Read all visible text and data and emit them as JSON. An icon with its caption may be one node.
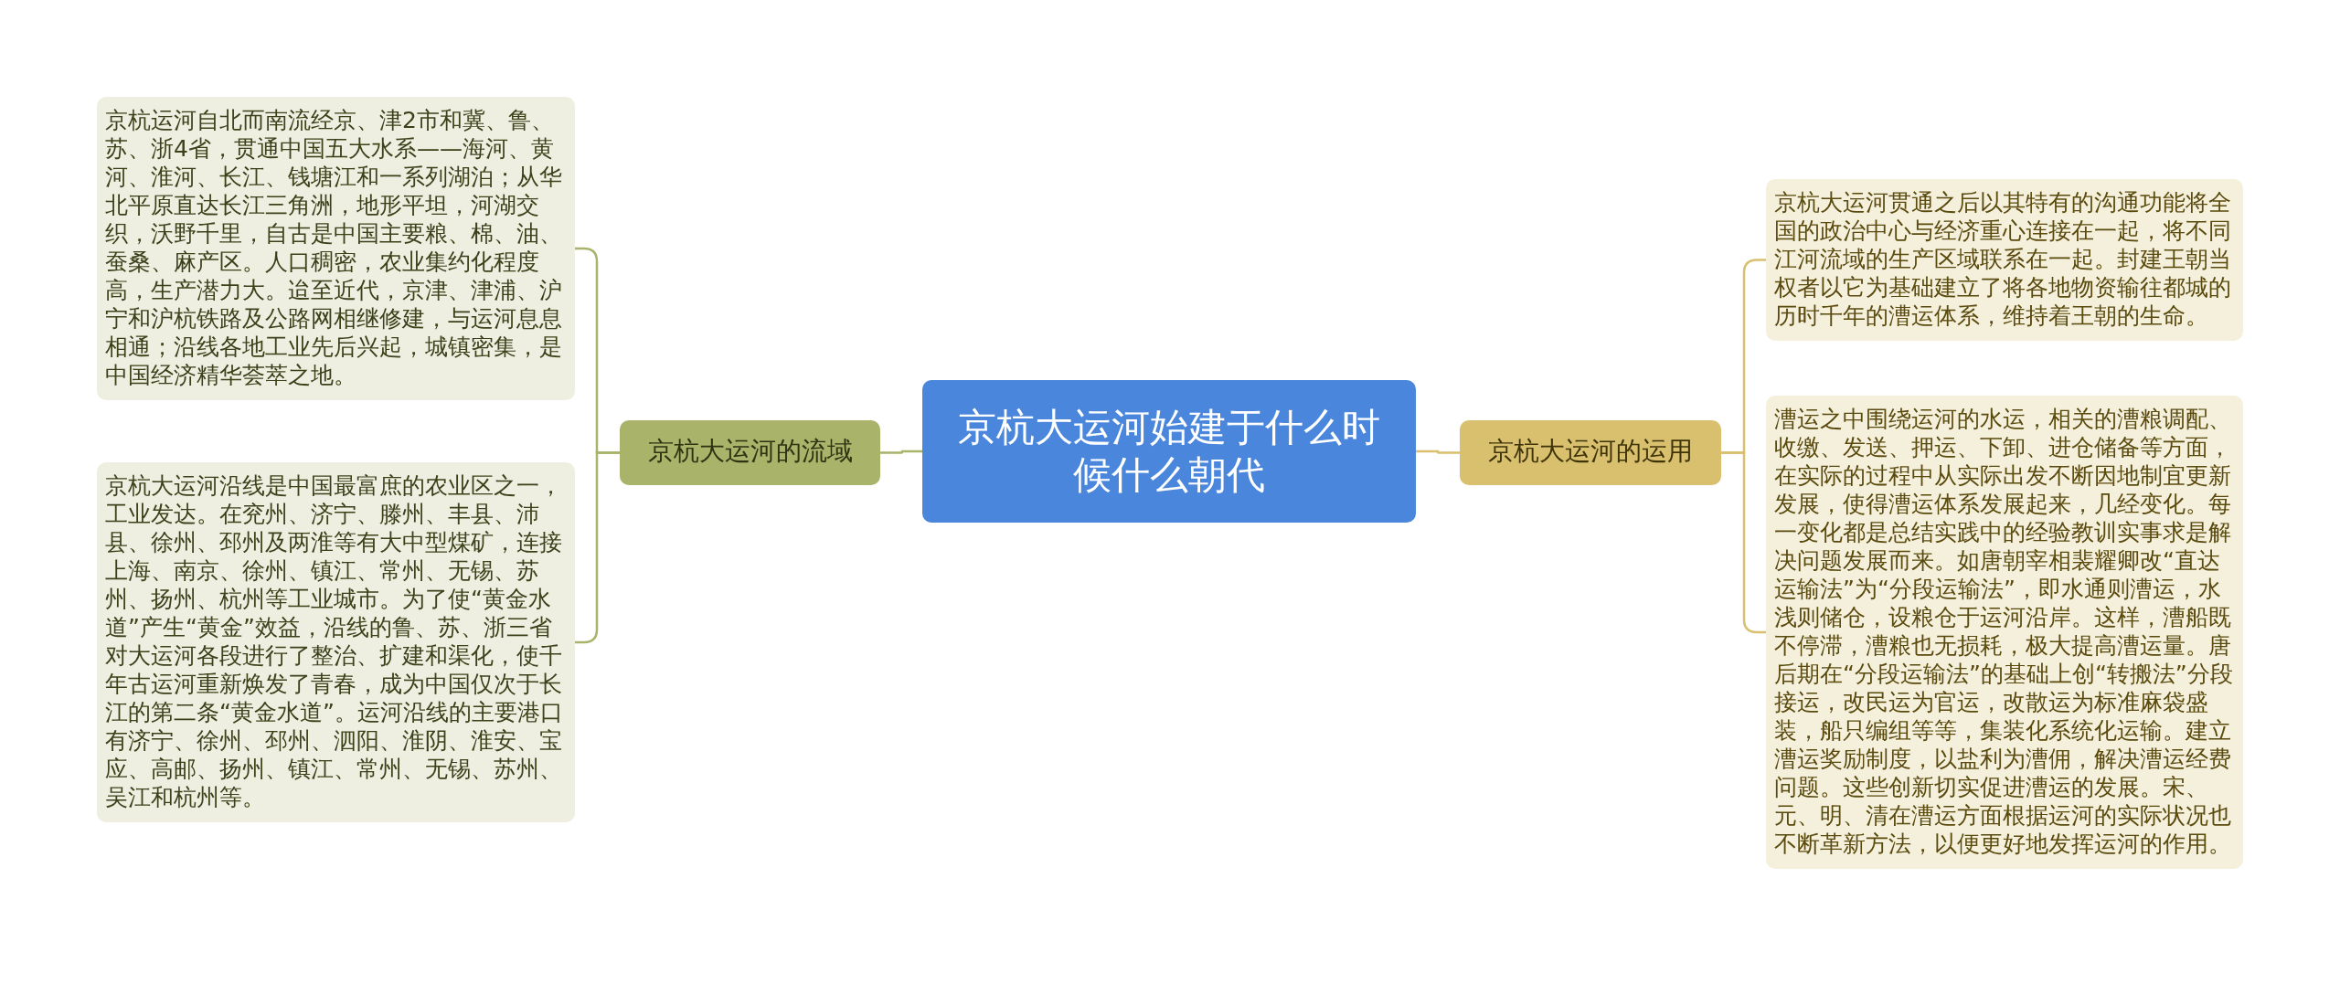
{
  "diagram": {
    "nodes": [
      {
        "text": [
          "京杭大运河始建于什么时候什么朝代"
        ]
      },
      {
        "text": [
          "京杭大运河的流域"
        ]
      },
      {
        "text": [
          "京杭运河自北而南流经京、津2市和冀、鲁、苏、浙4省，贯通中国五大水系——海河、黄河、淮河、长江、钱塘江和一系列湖泊；从华北平原直达长江三角洲，地形平坦，河湖交织，沃野千里，自古是中国主要粮、棉、油、蚕桑、麻产区。人口稠密，农业集约化程度高，生产潜力大。迨至近代，京津、津浦、沪宁和沪杭铁路及公路网相继修建，与运河息息相通；沿线各地工业先后兴起，城镇密集，是中国经济精华荟萃之地。"
        ]
      },
      {
        "text": [
          "京杭大运河沿线是中国最富庶的农业区之一，工业发达。在兖州、济宁、滕州、丰县、沛县、徐州、邳州及两淮等有大中型煤矿，连接上海、南京、徐州、镇江、常州、无锡、苏州、扬州、杭州等工业城市。为了使“黄金水道”产生“黄金”效益，沿线的鲁、苏、浙三省对大运河各段进行了整治、扩建和渠化，使千年古运河重新焕发了青春，成为中国仅次于长江的第二条“黄金水道”。运河沿线的主要港口有济宁、徐州、邳州、泗阳、淮阴、淮安、宝应、高邮、扬州、镇江、常州、无锡、苏州、吴江和杭州等。"
        ]
      },
      {
        "text": [
          "京杭大运河的运用"
        ]
      },
      {
        "text": [
          "京杭大运河贯通之后以其特有的沟通功能将全国的政治中心与经济重心连接在一起，将不同江河流域的生产区域联系在一起。封建王朝当权者以它为基础建立了将各地物资输往都城的历时千年的漕运体系，维持着王朝的生命。"
        ]
      },
      {
        "text": [
          "漕运之中围绕运河的水运，相关的漕粮调配、收缴、发送、押运、下卸、进仓储备等方面，在实际的过程中从实际出发不断因地制宜更新发展，使得漕运体系发展起来，几经变化。每一变化都是总结实践中的经验教训实事求是解决问题发展而来。如唐朝宰相裴耀卿改“直达运输法”为“分段运输法”，即水通则漕运，水浅则储仓，设粮仓于运河沿岸。这样，漕船既不停滞，漕粮也无损耗，极大提高漕运量。唐后期在“分段运输法”的基础上创“转搬法”分段接运，改民运为官运，改散运为标准麻袋盛装，船只编组等等，集装化系统化运输。建立漕运奖励制度，以盐利为漕佣，解决漕运经费问题。这些创新切实促进漕运的发展。宋、元、明、清在漕运方面根据运河的实际状况也不断革新方法，以便更好地发挥运河的作用。"
        ]
      }
    ],
    "edges": [
      {
        "from": 0,
        "to": 1,
        "arrow": "none"
      },
      {
        "from": 1,
        "to": 2,
        "arrow": "none"
      },
      {
        "from": 1,
        "to": 3,
        "arrow": "none"
      },
      {
        "from": 0,
        "to": 4,
        "arrow": "none",
        "color": "#d8c06e"
      },
      {
        "from": 4,
        "to": 5,
        "arrow": "none",
        "color": "#d8c06e"
      },
      {
        "from": 4,
        "to": 6,
        "arrow": "none",
        "color": "#d8c06e"
      }
    ]
  }
}
